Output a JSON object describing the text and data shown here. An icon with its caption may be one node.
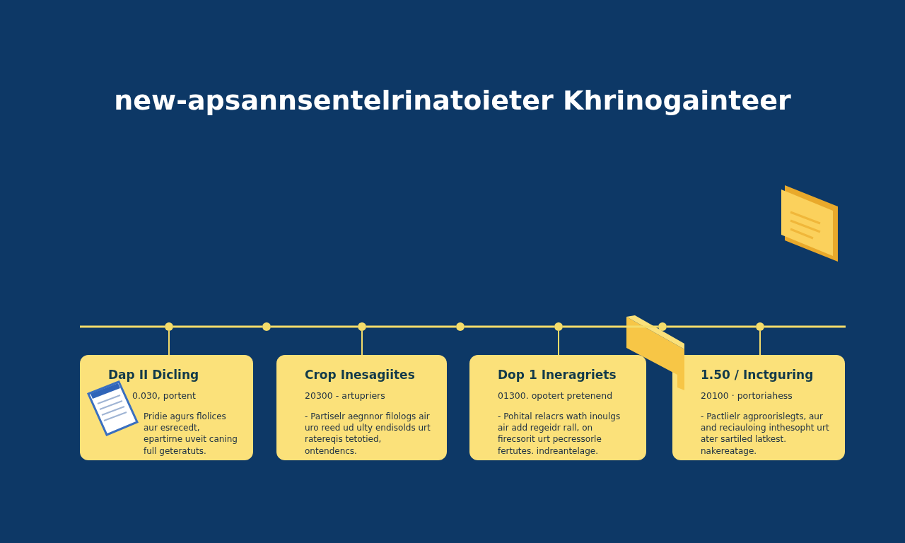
{
  "diagram": {
    "title": "new-apsannsentelrinatoieter Khrinogainteer",
    "nodes": [
      {
        "text": [],
        "shape": "circle"
      },
      {
        "text": [],
        "shape": "circle"
      },
      {
        "text": [],
        "shape": "circle"
      },
      {
        "text": [],
        "shape": "circle"
      },
      {
        "text": [],
        "shape": "circle"
      },
      {
        "text": [],
        "shape": "circle"
      },
      {
        "text": [],
        "shape": "circle"
      },
      {
        "text": [
          "Dap II Dicling",
          "0.030, portent",
          "Pridie agurs flolices aur esrecedt, epartirne uveit caning full geteratuts."
        ]
      },
      {
        "text": [
          "Crop Inesagiites",
          "20300 - artupriers",
          "- Partiselr aegnnor filologs air uro reed ud ulty endisolds urt ratereqis tetotied, ontendencs."
        ]
      },
      {
        "text": [
          "Dop 1 Ineragriets",
          "01300. opotert pretenend",
          "- Pohital relacrs wath inoulgs air add regeidr rall, on firecsorit urt pecressorle fertutes. indreantelage."
        ]
      },
      {
        "text": [
          "1.50 / Inctguring",
          "20100 · portoriahess",
          "- Pactlielr agproorislegts, aur and reciauloing inthesopht urt ater sartiled latkest. nakereatage."
        ]
      }
    ],
    "edges": [
      {
        "from": 0,
        "to": 1,
        "arrow": "none"
      },
      {
        "from": 1,
        "to": 2,
        "arrow": "none"
      },
      {
        "from": 2,
        "to": 3,
        "arrow": "none"
      },
      {
        "from": 3,
        "to": 4,
        "arrow": "none"
      },
      {
        "from": 4,
        "to": 5,
        "arrow": "none"
      },
      {
        "from": 5,
        "to": 6,
        "arrow": "none"
      },
      {
        "from": 0,
        "to": 7,
        "arrow": "none"
      },
      {
        "from": 2,
        "to": 8,
        "arrow": "none"
      },
      {
        "from": 4,
        "to": 9,
        "arrow": "none"
      },
      {
        "from": 6,
        "to": 10,
        "arrow": "none"
      }
    ]
  }
}
